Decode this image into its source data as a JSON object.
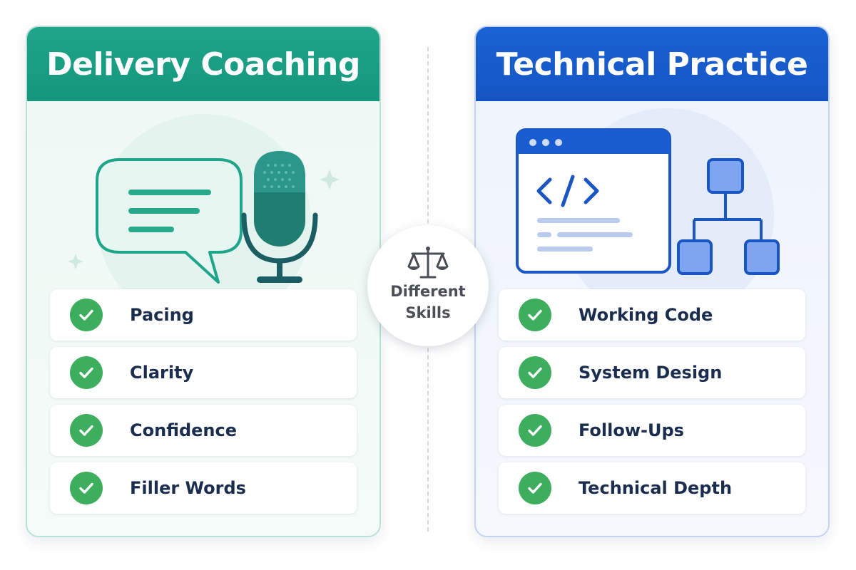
{
  "left_panel": {
    "title": "Delivery Coaching",
    "illustration_icons": [
      "speech-bubble-icon",
      "microphone-icon",
      "sparkle-icon"
    ],
    "items": [
      {
        "label": "Pacing",
        "icon": "check-icon"
      },
      {
        "label": "Clarity",
        "icon": "check-icon"
      },
      {
        "label": "Confidence",
        "icon": "check-icon"
      },
      {
        "label": "Filler Words",
        "icon": "check-icon"
      }
    ],
    "accent_color": "#1ea58a"
  },
  "right_panel": {
    "title": "Technical Practice",
    "illustration_icons": [
      "code-window-icon",
      "system-diagram-icon"
    ],
    "items": [
      {
        "label": "Working Code",
        "icon": "check-icon"
      },
      {
        "label": "System Design",
        "icon": "check-icon"
      },
      {
        "label": "Follow-Ups",
        "icon": "check-icon"
      },
      {
        "label": "Technical Depth",
        "icon": "check-icon"
      }
    ],
    "accent_color": "#1a62d4"
  },
  "center_badge": {
    "icon": "balance-scale-icon",
    "line1": "Different",
    "line2": "Skills"
  },
  "colors": {
    "check": "#3dae5e",
    "item_text": "#1b2d4f"
  }
}
